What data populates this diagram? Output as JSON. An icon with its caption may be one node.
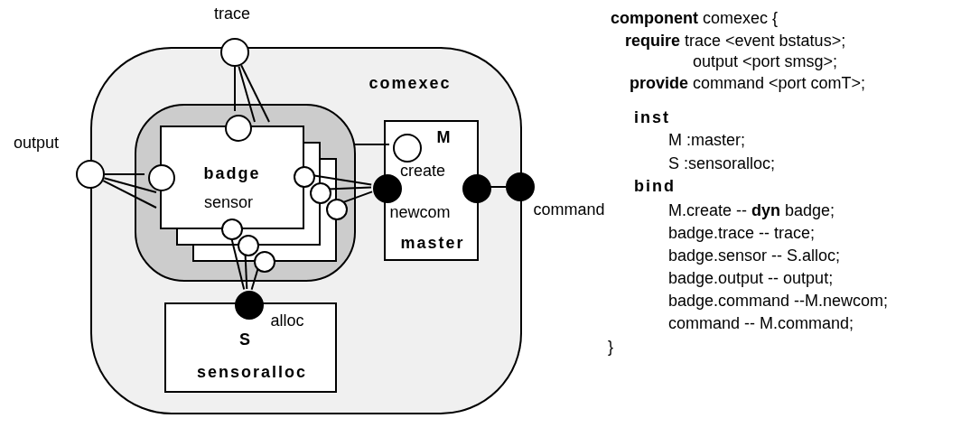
{
  "diagram": {
    "nodes": [
      {
        "text": [
          "comexec"
        ]
      },
      {
        "text": [],
        "shape": "box",
        "in": 0
      },
      {
        "text": [
          "badge"
        ],
        "in": 1
      },
      {
        "text": [],
        "shape": "circle",
        "beside": [
          "trace"
        ]
      },
      {
        "text": [],
        "shape": "circle",
        "beside": [
          "output"
        ]
      },
      {
        "text": [],
        "shape": "circle",
        "in": 1
      },
      {
        "text": [],
        "shape": "circle",
        "in": 1
      },
      {
        "text": [],
        "shape": "circle",
        "in": 2
      },
      {
        "text": [],
        "shape": "circle",
        "in": 2
      },
      {
        "text": [],
        "shape": "circle",
        "in": 1
      },
      {
        "text": [],
        "shape": "circle",
        "in": 2,
        "beside": [
          "sensor"
        ]
      },
      {
        "text": [],
        "shape": "circle",
        "in": 2
      },
      {
        "text": [],
        "shape": "circle",
        "in": 1
      },
      {
        "text": [
          "M",
          "master"
        ],
        "in": 0
      },
      {
        "text": [],
        "shape": "circle",
        "in": 13,
        "beside": [
          "create"
        ]
      },
      {
        "text": [],
        "shape": "circle",
        "in": 0,
        "beside": [
          "newcom"
        ]
      },
      {
        "text": [],
        "shape": "circle",
        "in": 0
      },
      {
        "text": [],
        "shape": "circle",
        "beside": [
          "command"
        ]
      },
      {
        "text": [
          "S",
          "sensoralloc"
        ],
        "in": 0
      },
      {
        "text": [],
        "shape": "circle",
        "in": 0,
        "beside": [
          "alloc"
        ]
      }
    ],
    "edges": [
      {
        "from": 3,
        "to": 5,
        "arrow": "none"
      },
      {
        "from": 3,
        "to": 2,
        "arrow": "none"
      },
      {
        "from": 3,
        "to": 2,
        "arrow": "none"
      },
      {
        "from": 4,
        "to": 6,
        "arrow": "none"
      },
      {
        "from": 4,
        "to": 2,
        "arrow": "none"
      },
      {
        "from": 4,
        "to": 2,
        "arrow": "none"
      },
      {
        "from": 14,
        "to": 1,
        "arrow": "none"
      },
      {
        "from": 15,
        "to": 7,
        "arrow": "none"
      },
      {
        "from": 15,
        "to": 8,
        "arrow": "none"
      },
      {
        "from": 15,
        "to": 9,
        "arrow": "none"
      },
      {
        "from": 16,
        "to": 17,
        "arrow": "none"
      },
      {
        "from": 10,
        "to": 19,
        "arrow": "none"
      },
      {
        "from": 11,
        "to": 19,
        "arrow": "none"
      },
      {
        "from": 12,
        "to": 19,
        "arrow": "none"
      }
    ],
    "labels": [
      "**component** comexec {",
      "**require** trace <event bstatus>;",
      "output <port smsg>;",
      "**provide** command <port comT>;",
      "inst",
      "M :master;",
      "S :sensoralloc;",
      "bind",
      "M.create -- **dyn** badge;",
      "badge.trace -- trace;",
      "badge.sensor -- S.alloc;",
      "badge.output -- output;",
      "badge.command --M.newcom;",
      "command -- M.command;",
      "}"
    ]
  }
}
